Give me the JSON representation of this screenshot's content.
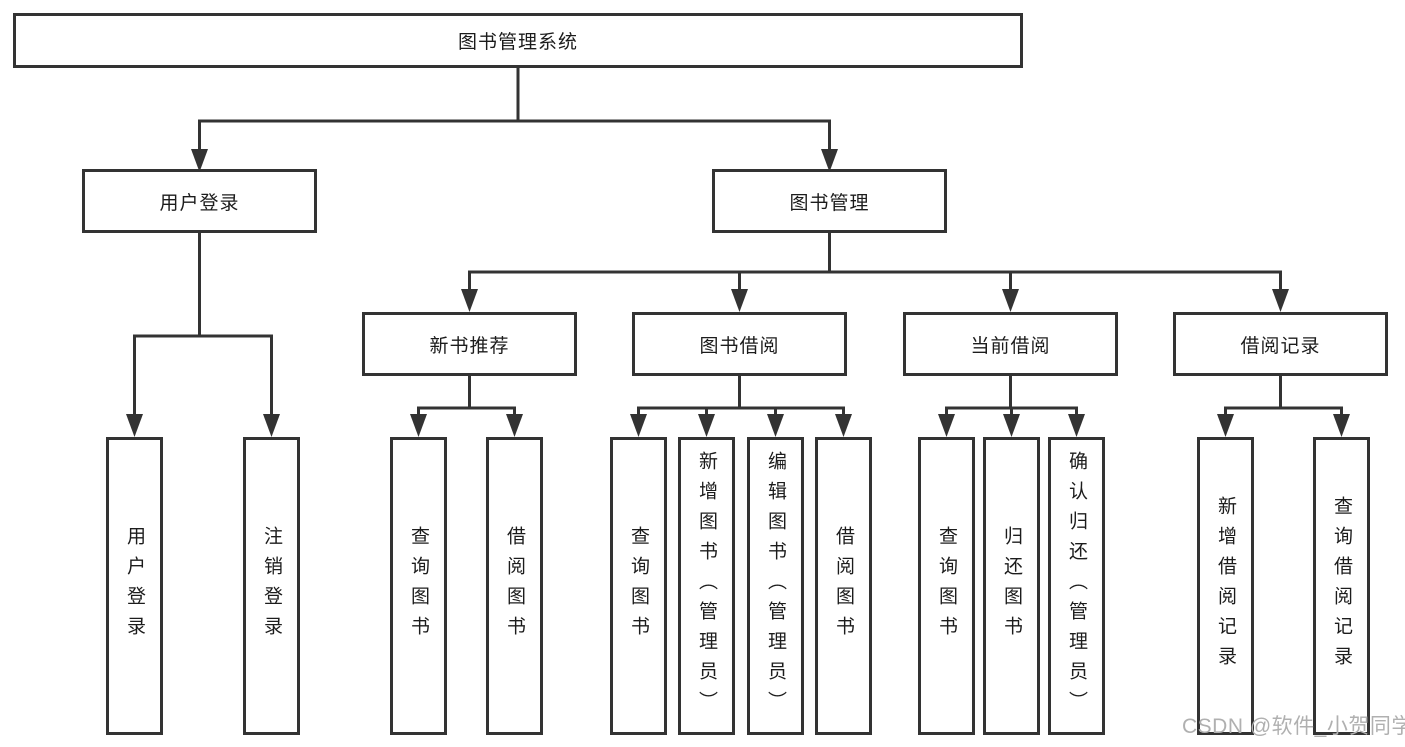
{
  "diagram": {
    "root": {
      "label": "图书管理系统"
    },
    "level2": {
      "user_login": {
        "label": "用户登录"
      },
      "book_mgmt": {
        "label": "图书管理"
      }
    },
    "level3": {
      "new_book_rec": {
        "label": "新书推荐"
      },
      "book_borrow": {
        "label": "图书借阅"
      },
      "current_borrow": {
        "label": "当前借阅"
      },
      "borrow_records": {
        "label": "借阅记录"
      }
    },
    "leaves": {
      "user_login_leaf": {
        "label": "用户登录"
      },
      "logout_leaf": {
        "label": "注销登录"
      },
      "nb_query": {
        "label": "查询图书"
      },
      "nb_borrow": {
        "label": "借阅图书"
      },
      "bb_query": {
        "label": "查询图书"
      },
      "bb_add": {
        "label": "新增图书（管理员）"
      },
      "bb_edit": {
        "label": "编辑图书（管理员）"
      },
      "bb_borrow": {
        "label": "借阅图书"
      },
      "cb_query": {
        "label": "查询图书"
      },
      "cb_return": {
        "label": "归还图书"
      },
      "cb_confirm": {
        "label": "确认归还（管理员）"
      },
      "br_add": {
        "label": "新增借阅记录"
      },
      "br_query": {
        "label": "查询借阅记录"
      }
    }
  },
  "watermark": {
    "text": "CSDN @软件_小贺同学"
  },
  "colors": {
    "line": "#333333",
    "text": "#1c1c1c",
    "watermark": "#b0b0b0",
    "background": "#ffffff"
  }
}
